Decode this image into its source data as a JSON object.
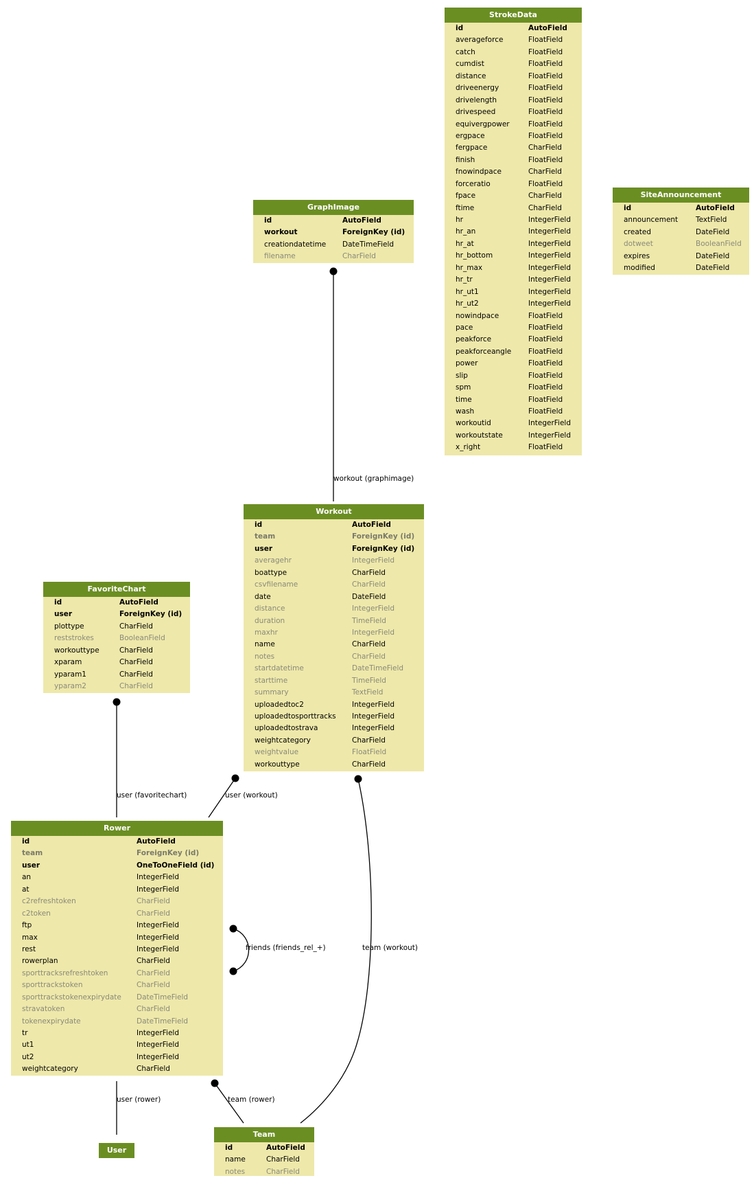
{
  "models": [
    {
      "key": "graphimage",
      "title": "GraphImage",
      "fields": [
        {
          "name": "id",
          "type": "AutoField",
          "kind": "pk"
        },
        {
          "name": "workout",
          "type": "ForeignKey (id)",
          "kind": "fk"
        },
        {
          "name": "creationdatetime",
          "type": "DateTimeField",
          "kind": "normal"
        },
        {
          "name": "filename",
          "type": "CharField",
          "kind": "muted"
        }
      ]
    },
    {
      "key": "strokedata",
      "title": "StrokeData",
      "fields": [
        {
          "name": "id",
          "type": "AutoField",
          "kind": "pk"
        },
        {
          "name": "averageforce",
          "type": "FloatField",
          "kind": "normal"
        },
        {
          "name": "catch",
          "type": "FloatField",
          "kind": "normal"
        },
        {
          "name": "cumdist",
          "type": "FloatField",
          "kind": "normal"
        },
        {
          "name": "distance",
          "type": "FloatField",
          "kind": "normal"
        },
        {
          "name": "driveenergy",
          "type": "FloatField",
          "kind": "normal"
        },
        {
          "name": "drivelength",
          "type": "FloatField",
          "kind": "normal"
        },
        {
          "name": "drivespeed",
          "type": "FloatField",
          "kind": "normal"
        },
        {
          "name": "equivergpower",
          "type": "FloatField",
          "kind": "normal"
        },
        {
          "name": "ergpace",
          "type": "FloatField",
          "kind": "normal"
        },
        {
          "name": "fergpace",
          "type": "CharField",
          "kind": "normal"
        },
        {
          "name": "finish",
          "type": "FloatField",
          "kind": "normal"
        },
        {
          "name": "fnowindpace",
          "type": "CharField",
          "kind": "normal"
        },
        {
          "name": "forceratio",
          "type": "FloatField",
          "kind": "normal"
        },
        {
          "name": "fpace",
          "type": "CharField",
          "kind": "normal"
        },
        {
          "name": "ftime",
          "type": "CharField",
          "kind": "normal"
        },
        {
          "name": "hr",
          "type": "IntegerField",
          "kind": "normal"
        },
        {
          "name": "hr_an",
          "type": "IntegerField",
          "kind": "normal"
        },
        {
          "name": "hr_at",
          "type": "IntegerField",
          "kind": "normal"
        },
        {
          "name": "hr_bottom",
          "type": "IntegerField",
          "kind": "normal"
        },
        {
          "name": "hr_max",
          "type": "IntegerField",
          "kind": "normal"
        },
        {
          "name": "hr_tr",
          "type": "IntegerField",
          "kind": "normal"
        },
        {
          "name": "hr_ut1",
          "type": "IntegerField",
          "kind": "normal"
        },
        {
          "name": "hr_ut2",
          "type": "IntegerField",
          "kind": "normal"
        },
        {
          "name": "nowindpace",
          "type": "FloatField",
          "kind": "normal"
        },
        {
          "name": "pace",
          "type": "FloatField",
          "kind": "normal"
        },
        {
          "name": "peakforce",
          "type": "FloatField",
          "kind": "normal"
        },
        {
          "name": "peakforceangle",
          "type": "FloatField",
          "kind": "normal"
        },
        {
          "name": "power",
          "type": "FloatField",
          "kind": "normal"
        },
        {
          "name": "slip",
          "type": "FloatField",
          "kind": "normal"
        },
        {
          "name": "spm",
          "type": "FloatField",
          "kind": "normal"
        },
        {
          "name": "time",
          "type": "FloatField",
          "kind": "normal"
        },
        {
          "name": "wash",
          "type": "FloatField",
          "kind": "normal"
        },
        {
          "name": "workoutid",
          "type": "IntegerField",
          "kind": "normal"
        },
        {
          "name": "workoutstate",
          "type": "IntegerField",
          "kind": "normal"
        },
        {
          "name": "x_right",
          "type": "FloatField",
          "kind": "normal"
        }
      ]
    },
    {
      "key": "siteannouncement",
      "title": "SiteAnnouncement",
      "fields": [
        {
          "name": "id",
          "type": "AutoField",
          "kind": "pk"
        },
        {
          "name": "announcement",
          "type": "TextField",
          "kind": "normal"
        },
        {
          "name": "created",
          "type": "DateField",
          "kind": "normal"
        },
        {
          "name": "dotweet",
          "type": "BooleanField",
          "kind": "muted"
        },
        {
          "name": "expires",
          "type": "DateField",
          "kind": "normal"
        },
        {
          "name": "modified",
          "type": "DateField",
          "kind": "normal"
        }
      ]
    },
    {
      "key": "workout",
      "title": "Workout",
      "fields": [
        {
          "name": "id",
          "type": "AutoField",
          "kind": "pk"
        },
        {
          "name": "team",
          "type": "ForeignKey (id)",
          "kind": "fk-muted"
        },
        {
          "name": "user",
          "type": "ForeignKey (id)",
          "kind": "fk"
        },
        {
          "name": "averagehr",
          "type": "IntegerField",
          "kind": "muted"
        },
        {
          "name": "boattype",
          "type": "CharField",
          "kind": "normal"
        },
        {
          "name": "csvfilename",
          "type": "CharField",
          "kind": "muted"
        },
        {
          "name": "date",
          "type": "DateField",
          "kind": "normal"
        },
        {
          "name": "distance",
          "type": "IntegerField",
          "kind": "muted"
        },
        {
          "name": "duration",
          "type": "TimeField",
          "kind": "muted"
        },
        {
          "name": "maxhr",
          "type": "IntegerField",
          "kind": "muted"
        },
        {
          "name": "name",
          "type": "CharField",
          "kind": "normal"
        },
        {
          "name": "notes",
          "type": "CharField",
          "kind": "muted"
        },
        {
          "name": "startdatetime",
          "type": "DateTimeField",
          "kind": "muted"
        },
        {
          "name": "starttime",
          "type": "TimeField",
          "kind": "muted"
        },
        {
          "name": "summary",
          "type": "TextField",
          "kind": "muted"
        },
        {
          "name": "uploadedtoc2",
          "type": "IntegerField",
          "kind": "normal"
        },
        {
          "name": "uploadedtosporttracks",
          "type": "IntegerField",
          "kind": "normal"
        },
        {
          "name": "uploadedtostrava",
          "type": "IntegerField",
          "kind": "normal"
        },
        {
          "name": "weightcategory",
          "type": "CharField",
          "kind": "normal"
        },
        {
          "name": "weightvalue",
          "type": "FloatField",
          "kind": "muted"
        },
        {
          "name": "workouttype",
          "type": "CharField",
          "kind": "normal"
        }
      ]
    },
    {
      "key": "favoritechart",
      "title": "FavoriteChart",
      "fields": [
        {
          "name": "id",
          "type": "AutoField",
          "kind": "pk"
        },
        {
          "name": "user",
          "type": "ForeignKey (id)",
          "kind": "fk"
        },
        {
          "name": "plottype",
          "type": "CharField",
          "kind": "normal"
        },
        {
          "name": "reststrokes",
          "type": "BooleanField",
          "kind": "muted"
        },
        {
          "name": "workouttype",
          "type": "CharField",
          "kind": "normal"
        },
        {
          "name": "xparam",
          "type": "CharField",
          "kind": "normal"
        },
        {
          "name": "yparam1",
          "type": "CharField",
          "kind": "normal"
        },
        {
          "name": "yparam2",
          "type": "CharField",
          "kind": "muted"
        }
      ]
    },
    {
      "key": "rower",
      "title": "Rower",
      "fields": [
        {
          "name": "id",
          "type": "AutoField",
          "kind": "pk"
        },
        {
          "name": "team",
          "type": "ForeignKey (id)",
          "kind": "fk-muted"
        },
        {
          "name": "user",
          "type": "OneToOneField (id)",
          "kind": "fk"
        },
        {
          "name": "an",
          "type": "IntegerField",
          "kind": "normal"
        },
        {
          "name": "at",
          "type": "IntegerField",
          "kind": "normal"
        },
        {
          "name": "c2refreshtoken",
          "type": "CharField",
          "kind": "muted"
        },
        {
          "name": "c2token",
          "type": "CharField",
          "kind": "muted"
        },
        {
          "name": "ftp",
          "type": "IntegerField",
          "kind": "normal"
        },
        {
          "name": "max",
          "type": "IntegerField",
          "kind": "normal"
        },
        {
          "name": "rest",
          "type": "IntegerField",
          "kind": "normal"
        },
        {
          "name": "rowerplan",
          "type": "CharField",
          "kind": "normal"
        },
        {
          "name": "sporttracksrefreshtoken",
          "type": "CharField",
          "kind": "muted"
        },
        {
          "name": "sporttrackstoken",
          "type": "CharField",
          "kind": "muted"
        },
        {
          "name": "sporttrackstokenexpirydate",
          "type": "DateTimeField",
          "kind": "muted"
        },
        {
          "name": "stravatoken",
          "type": "CharField",
          "kind": "muted"
        },
        {
          "name": "tokenexpirydate",
          "type": "DateTimeField",
          "kind": "muted"
        },
        {
          "name": "tr",
          "type": "IntegerField",
          "kind": "normal"
        },
        {
          "name": "ut1",
          "type": "IntegerField",
          "kind": "normal"
        },
        {
          "name": "ut2",
          "type": "IntegerField",
          "kind": "normal"
        },
        {
          "name": "weightcategory",
          "type": "CharField",
          "kind": "normal"
        }
      ]
    },
    {
      "key": "user",
      "title": "User",
      "fields": []
    },
    {
      "key": "team",
      "title": "Team",
      "fields": [
        {
          "name": "id",
          "type": "AutoField",
          "kind": "pk"
        },
        {
          "name": "name",
          "type": "CharField",
          "kind": "normal"
        },
        {
          "name": "notes",
          "type": "CharField",
          "kind": "muted"
        }
      ]
    }
  ],
  "relations": [
    {
      "key": "graphimage-workout",
      "label": "workout (graphimage)"
    },
    {
      "key": "favoritechart-user",
      "label": "user (favoritechart)"
    },
    {
      "key": "workout-user",
      "label": "user (workout)"
    },
    {
      "key": "rower-friends",
      "label": "friends (friends_rel_+)"
    },
    {
      "key": "workout-team",
      "label": "team (workout)"
    },
    {
      "key": "rower-user",
      "label": "user (rower)"
    },
    {
      "key": "rower-team",
      "label": "team (rower)"
    }
  ],
  "colors": {
    "header": "#6b8e23",
    "body": "#eee8aa",
    "muted_text": "#8a8a7a",
    "line": "#000000"
  }
}
